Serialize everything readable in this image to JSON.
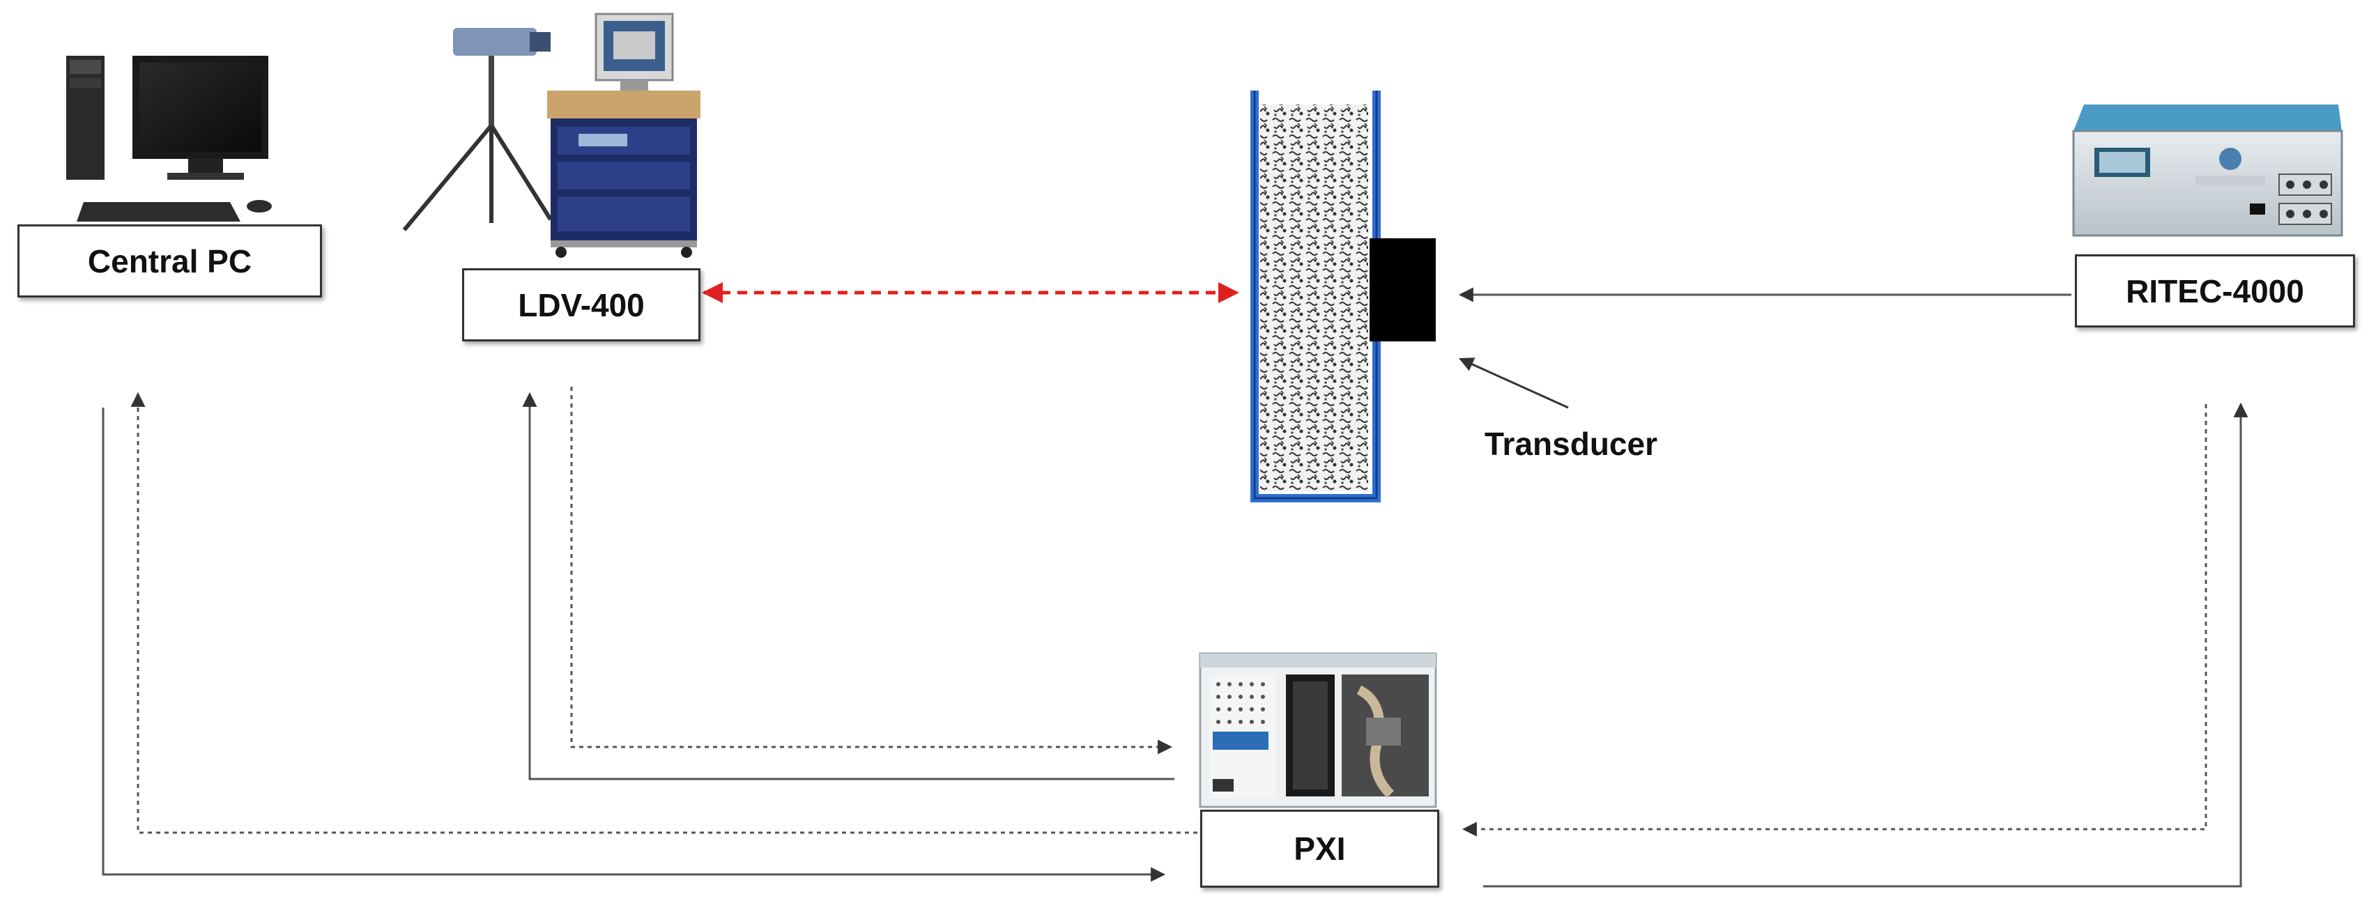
{
  "labels": {
    "central_pc": "Central PC",
    "ldv": "LDV-400",
    "ritec": "RITEC-4000",
    "pxi": "PXI",
    "transducer": "Transducer"
  },
  "colors": {
    "signal_line": "#555555",
    "laser_beam": "#e02020",
    "specimen_frame": "#2f6fd0",
    "transducer": "#000000"
  }
}
